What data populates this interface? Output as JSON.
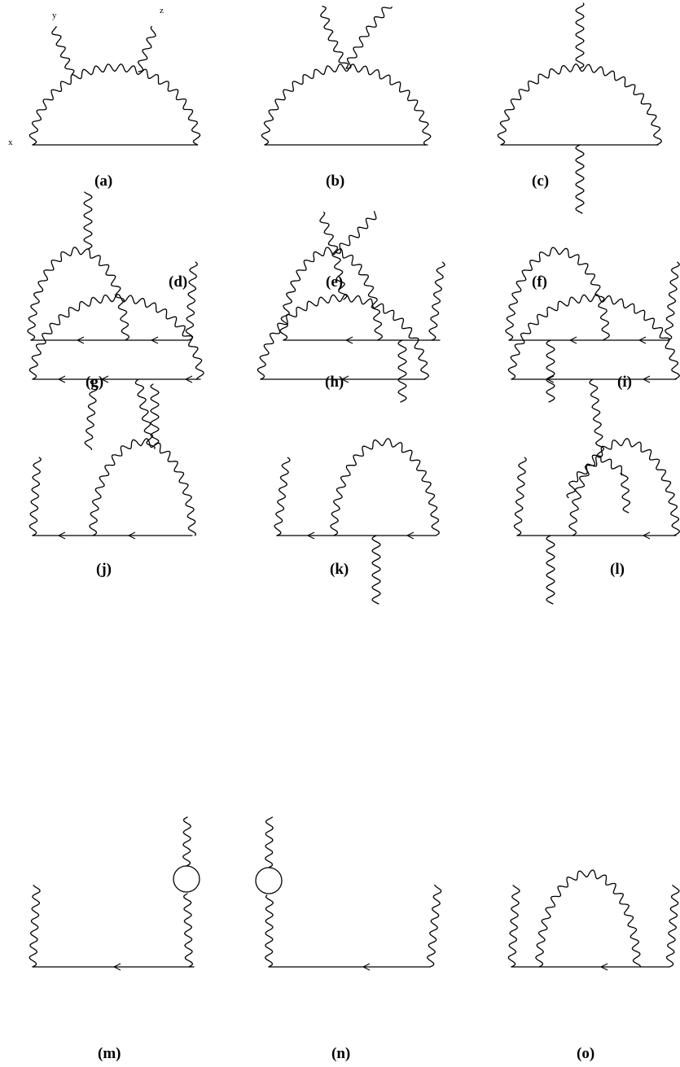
{
  "figure": {
    "ext_labels": {
      "y": "y",
      "z": "z",
      "x": "x"
    },
    "captions": [
      "(a)",
      "(b)",
      "(c)",
      "(d)",
      "(e)",
      "(f)",
      "(g)",
      "(h)",
      "(i)",
      "(j)",
      "(k)",
      "(l)",
      "(m)",
      "(n)",
      "(o)"
    ]
  }
}
